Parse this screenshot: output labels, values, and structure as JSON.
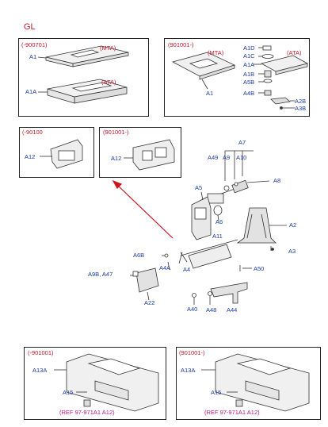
{
  "title": "GL",
  "panels": {
    "top_left": {
      "header": "(-900701)",
      "tag_mta": "(MTA)",
      "tag_ata": "(ATA)",
      "label_a1": "A1",
      "label_a1a": "A1A"
    },
    "top_right": {
      "header": "(901001-)",
      "tag_mta": "(MTA)",
      "tag_ata": "(ATA)",
      "labels": [
        "A1D",
        "A1C",
        "A1A",
        "A1B",
        "A5B",
        "A4B",
        "A2B",
        "A3B"
      ],
      "label_a1": "A1"
    },
    "mid_left": {
      "header": "(-90100",
      "label": "A12"
    },
    "mid_right": {
      "header": "(901001-)",
      "label": "A12"
    },
    "bottom_left": {
      "header": "(-901001)",
      "label_a13a": "A13A",
      "label_a15": "A15",
      "ref": "(REF  97-971A1  A12)"
    },
    "bottom_right": {
      "header": "(901001-)",
      "label_a13a": "A13A",
      "label_a15": "A15",
      "ref": "(REF  97-971A1  A12)"
    }
  },
  "main_labels": {
    "a7": "A7",
    "a49": "A49",
    "a9": "A9",
    "a10": "A10",
    "a8": "A8",
    "a5": "A5",
    "a6": "A6",
    "a2": "A2",
    "a11": "A11",
    "a6b": "A6B",
    "a3": "A3",
    "a4a": "A4A",
    "a4": "A4",
    "a9b_a47": "A9B, A47",
    "a50": "A50",
    "a22": "A22",
    "a40": "A40",
    "a48": "A48",
    "a44": "A44"
  },
  "colors": {
    "frame": "#222222",
    "label_blue": "#1a3aa8",
    "label_red": "#c0182a",
    "ref_magenta": "#c0188a",
    "arrow": "#d0141e"
  }
}
